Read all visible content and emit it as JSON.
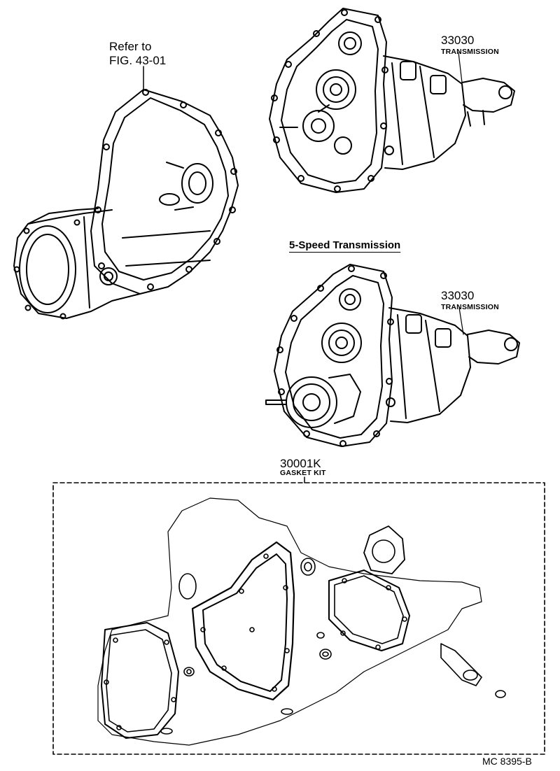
{
  "refer": {
    "line1": "Refer to",
    "line2": "FIG. 43-01"
  },
  "upper_part": {
    "number": "33030",
    "name": "TRANSMISSION"
  },
  "section_title": "5-Speed Transmission",
  "lower_part": {
    "number": "33030",
    "name": "TRANSMISSION"
  },
  "gasket_kit": {
    "number": "30001K",
    "name": "GASKET KIT"
  },
  "figure_code": "MC 8395-B"
}
